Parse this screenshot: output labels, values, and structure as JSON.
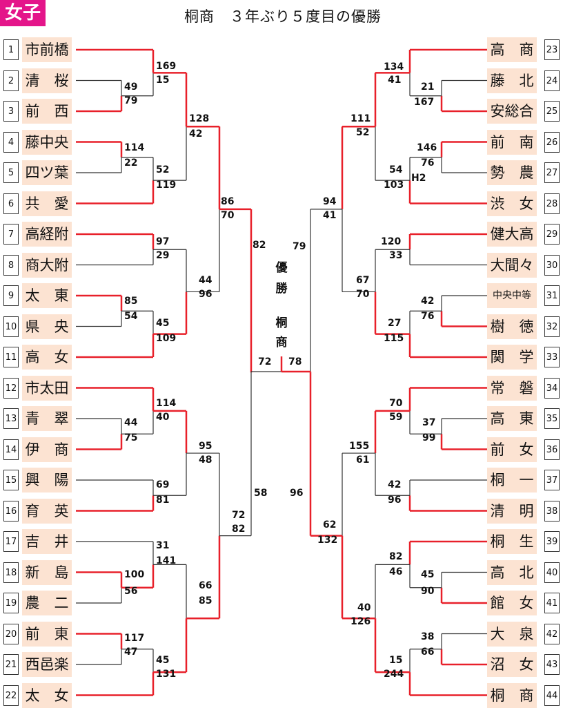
{
  "header": {
    "category": "女子",
    "title": "桐商　３年ぶり５度目の優勝"
  },
  "colors": {
    "winner": "#e8202a",
    "loser": "#333333",
    "accent": "#e4158a",
    "name_bg": "#fce3d2"
  },
  "teams": [
    {
      "no": "1",
      "name": "市前橋"
    },
    {
      "no": "2",
      "name": "清　桜"
    },
    {
      "no": "3",
      "name": "前　西"
    },
    {
      "no": "4",
      "name": "藤中央"
    },
    {
      "no": "5",
      "name": "四ツ葉"
    },
    {
      "no": "6",
      "name": "共　愛"
    },
    {
      "no": "7",
      "name": "高経附"
    },
    {
      "no": "8",
      "name": "商大附"
    },
    {
      "no": "9",
      "name": "太　東"
    },
    {
      "no": "10",
      "name": "県　央"
    },
    {
      "no": "11",
      "name": "高　女"
    },
    {
      "no": "12",
      "name": "市太田"
    },
    {
      "no": "13",
      "name": "青　翠"
    },
    {
      "no": "14",
      "name": "伊　商"
    },
    {
      "no": "15",
      "name": "興　陽"
    },
    {
      "no": "16",
      "name": "育　英"
    },
    {
      "no": "17",
      "name": "吉　井"
    },
    {
      "no": "18",
      "name": "新　島"
    },
    {
      "no": "19",
      "name": "農　二"
    },
    {
      "no": "20",
      "name": "前　東"
    },
    {
      "no": "21",
      "name": "西邑楽"
    },
    {
      "no": "22",
      "name": "太　女"
    },
    {
      "no": "23",
      "name": "高　商"
    },
    {
      "no": "24",
      "name": "藤　北"
    },
    {
      "no": "25",
      "name": "安総合"
    },
    {
      "no": "26",
      "name": "前　南"
    },
    {
      "no": "27",
      "name": "勢　農"
    },
    {
      "no": "28",
      "name": "渋　女"
    },
    {
      "no": "29",
      "name": "健大高"
    },
    {
      "no": "30",
      "name": "大間々"
    },
    {
      "no": "31",
      "name": "中央中等"
    },
    {
      "no": "32",
      "name": "樹　徳"
    },
    {
      "no": "33",
      "name": "関　学"
    },
    {
      "no": "34",
      "name": "常　磐"
    },
    {
      "no": "35",
      "name": "高　東"
    },
    {
      "no": "36",
      "name": "前　女"
    },
    {
      "no": "37",
      "name": "桐　一"
    },
    {
      "no": "38",
      "name": "清　明"
    },
    {
      "no": "39",
      "name": "桐　生"
    },
    {
      "no": "40",
      "name": "高　北"
    },
    {
      "no": "41",
      "name": "館　女"
    },
    {
      "no": "42",
      "name": "大　泉"
    },
    {
      "no": "43",
      "name": "沼　女"
    },
    {
      "no": "44",
      "name": "桐　商"
    }
  ],
  "scores": [
    "169",
    "15",
    "49",
    "79",
    "114",
    "22",
    "52",
    "119",
    "128",
    "42",
    "86",
    "70",
    "97",
    "29",
    "85",
    "54",
    "45",
    "109",
    "44",
    "96",
    "82",
    "114",
    "40",
    "44",
    "75",
    "69",
    "81",
    "95",
    "48",
    "31",
    "141",
    "100",
    "56",
    "117",
    "47",
    "45",
    "131",
    "66",
    "85",
    "72",
    "82",
    "58",
    "72",
    "134",
    "41",
    "21",
    "167",
    "146",
    "76",
    "54",
    "103",
    "H2",
    "111",
    "52",
    "94",
    "41",
    "79",
    "120",
    "33",
    "42",
    "76",
    "27",
    "115",
    "67",
    "70",
    "70",
    "59",
    "37",
    "99",
    "42",
    "96",
    "155",
    "61",
    "82",
    "46",
    "45",
    "90",
    "38",
    "66",
    "15",
    "244",
    "40",
    "126",
    "62",
    "132",
    "96",
    "78"
  ],
  "final": {
    "label_1": "優",
    "label_2": "勝",
    "winner_1": "桐",
    "winner_2": "商"
  }
}
